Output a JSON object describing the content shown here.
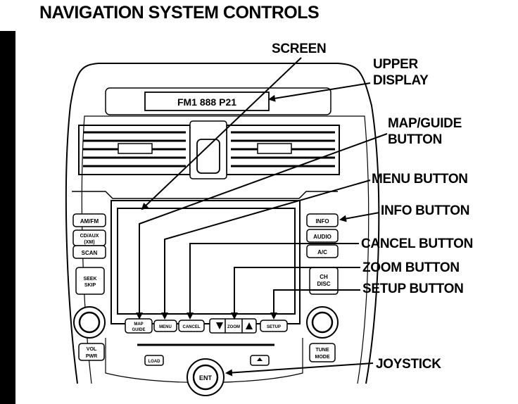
{
  "title": "NAVIGATION SYSTEM CONTROLS",
  "callouts": {
    "screen": "SCREEN",
    "upper_display_1": "UPPER",
    "upper_display_2": "DISPLAY",
    "map_guide_1": "MAP/GUIDE",
    "map_guide_2": "BUTTON",
    "menu": "MENU BUTTON",
    "info": "INFO BUTTON",
    "cancel": "CANCEL BUTTON",
    "zoom": "ZOOM BUTTON",
    "setup": "SETUP BUTTON",
    "joystick": "JOYSTICK"
  },
  "panel_labels": {
    "upper_display_text": "FM1  888  P21",
    "am_fm": "AM/FM",
    "cd_xm_1": "CD/AUX",
    "cd_xm_2": "(XM)",
    "scan": "SCAN",
    "seek_1": "SEEK",
    "seek_2": "SKIP",
    "info_btn": "INFO",
    "audio_btn": "AUDIO",
    "ac_btn": "A/C",
    "ch_disc_1": "CH",
    "ch_disc_2": "DISC",
    "map_guide_btn_1": "MAP",
    "map_guide_btn_2": "GUIDE",
    "menu_btn": "MENU",
    "cancel_btn": "CANCEL",
    "zoom_btn": "ZOOM",
    "setup_btn": "SETUP",
    "vol_pwr_1": "VOL",
    "vol_pwr_2": "PWR",
    "tune_mode_1": "TUNE",
    "tune_mode_2": "MODE",
    "load_btn": "LOAD",
    "ent": "ENT"
  }
}
